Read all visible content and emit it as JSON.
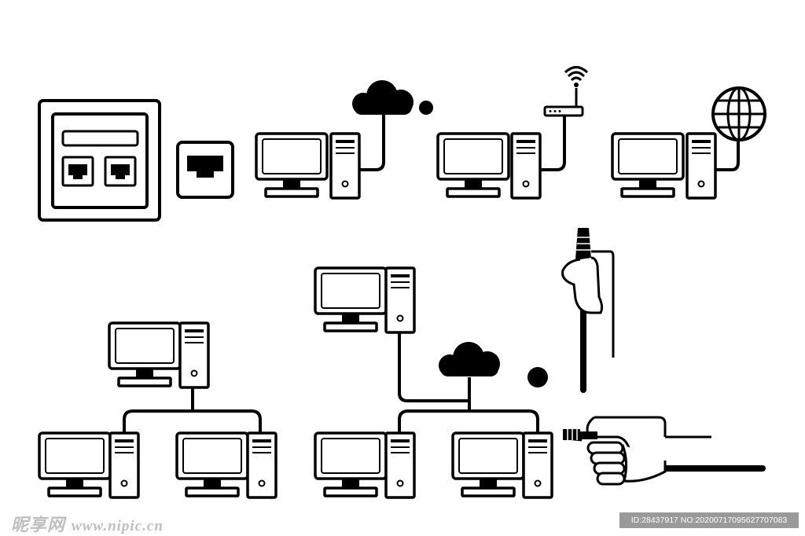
{
  "watermark": {
    "site_name": "昵享网",
    "site_url": "www.nipic.cn",
    "image_info": "ID:28437917 NO:20200717095627707083"
  },
  "colors": {
    "stroke": "#000000",
    "fill": "#ffffff",
    "watermark_bg": "#9a9a9a"
  },
  "icons": [
    "wall-socket-icon",
    "ethernet-port-icon",
    "cloud-icon",
    "wifi-router-icon",
    "globe-icon",
    "ethernet-cable-icon",
    "hand-icon"
  ]
}
